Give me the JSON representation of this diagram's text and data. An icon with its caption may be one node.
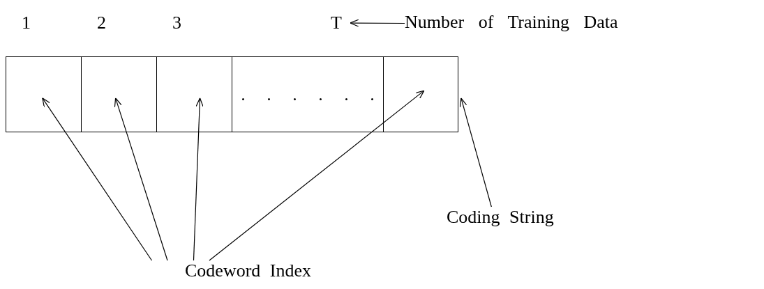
{
  "diagram": {
    "nodes": [
      {
        "text": [],
        "shape": "box"
      },
      {
        "text": [],
        "shape": "box",
        "in": 0,
        "beside": [
          "1"
        ]
      },
      {
        "text": [],
        "shape": "box",
        "in": 0,
        "beside": [
          "2"
        ]
      },
      {
        "text": [],
        "shape": "box",
        "in": 0,
        "beside": [
          "3"
        ]
      },
      {
        "text": [
          ". . . . . ."
        ],
        "in": 0
      },
      {
        "text": [],
        "shape": "box",
        "in": 0
      },
      {
        "text": [
          "T"
        ]
      },
      {
        "text": [
          "Number of Training Data"
        ]
      },
      {
        "text": [
          "Coding String"
        ]
      },
      {
        "text": [
          "Codeword Index"
        ]
      }
    ],
    "edges": [
      {
        "from": 7,
        "to": 6,
        "arrow": "to"
      },
      {
        "from": 9,
        "to": 1,
        "arrow": "to"
      },
      {
        "from": 9,
        "to": 2,
        "arrow": "to"
      },
      {
        "from": 9,
        "to": 3,
        "arrow": "to"
      },
      {
        "from": 9,
        "to": 5,
        "arrow": "to"
      },
      {
        "from": 8,
        "to": 0,
        "arrow": "to"
      }
    ]
  }
}
